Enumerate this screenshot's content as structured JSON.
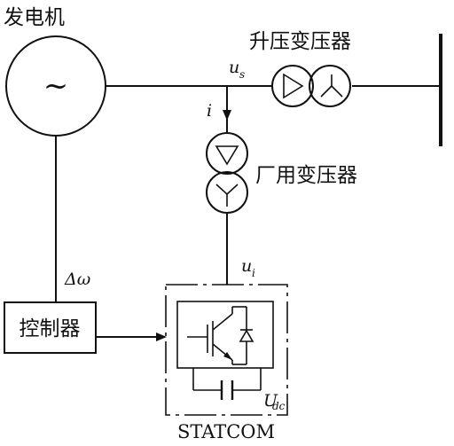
{
  "labels": {
    "generator": "发电机",
    "generator_symbol": "~",
    "step_up_transformer": "升压变压器",
    "station_transformer": "厂用变压器",
    "controller": "控制器",
    "statcom": "STATCOM"
  },
  "symbols": {
    "voltage_us_main": "u",
    "voltage_us_sub": "s",
    "current_i": "i",
    "delta_omega": "Δω",
    "voltage_ui_main": "u",
    "voltage_ui_sub": "i",
    "udc_main": "U",
    "udc_sub": "dc"
  },
  "colors": {
    "ink": "#111111",
    "background": "#ffffff"
  }
}
